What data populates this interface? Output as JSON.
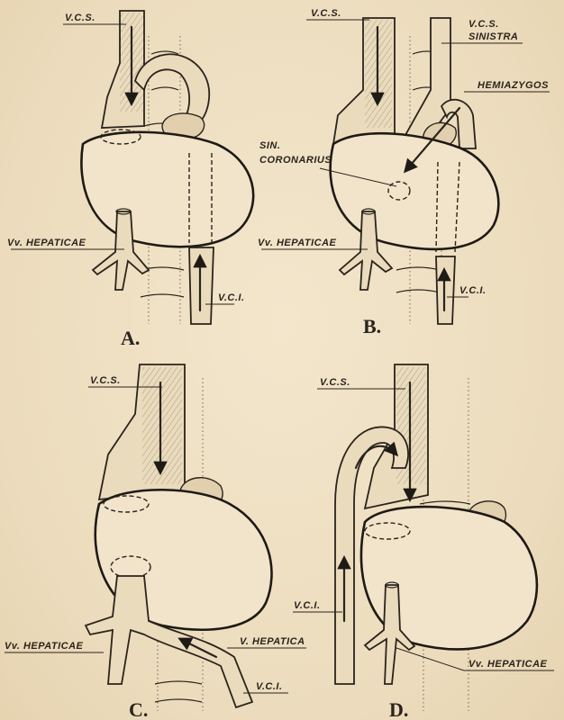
{
  "panels": [
    {
      "letter": "A.",
      "labels": {
        "vcs": "V.C.S.",
        "hepaticae": "Vv. HEPATICAE",
        "vci": "V.C.I."
      }
    },
    {
      "letter": "B.",
      "labels": {
        "vcs": "V.C.S.",
        "vcs_sinistra_1": "V.C.S.",
        "vcs_sinistra_2": "SINISTRA",
        "hemiazygos": "HEMIAZYGOS",
        "sin_1": "SIN.",
        "sin_2": "CORONARIUS",
        "hepaticae": "Vv. HEPATICAE",
        "vci": "V.C.I."
      }
    },
    {
      "letter": "C.",
      "labels": {
        "vcs": "V.C.S.",
        "hepaticae": "Vv. HEPATICAE",
        "v_hepatica": "V. HEPATICA",
        "vci": "V.C.I."
      }
    },
    {
      "letter": "D.",
      "labels": {
        "vcs": "V.C.S.",
        "vci": "V.C.I.",
        "hepaticae": "Vv. HEPATICAE"
      }
    }
  ]
}
